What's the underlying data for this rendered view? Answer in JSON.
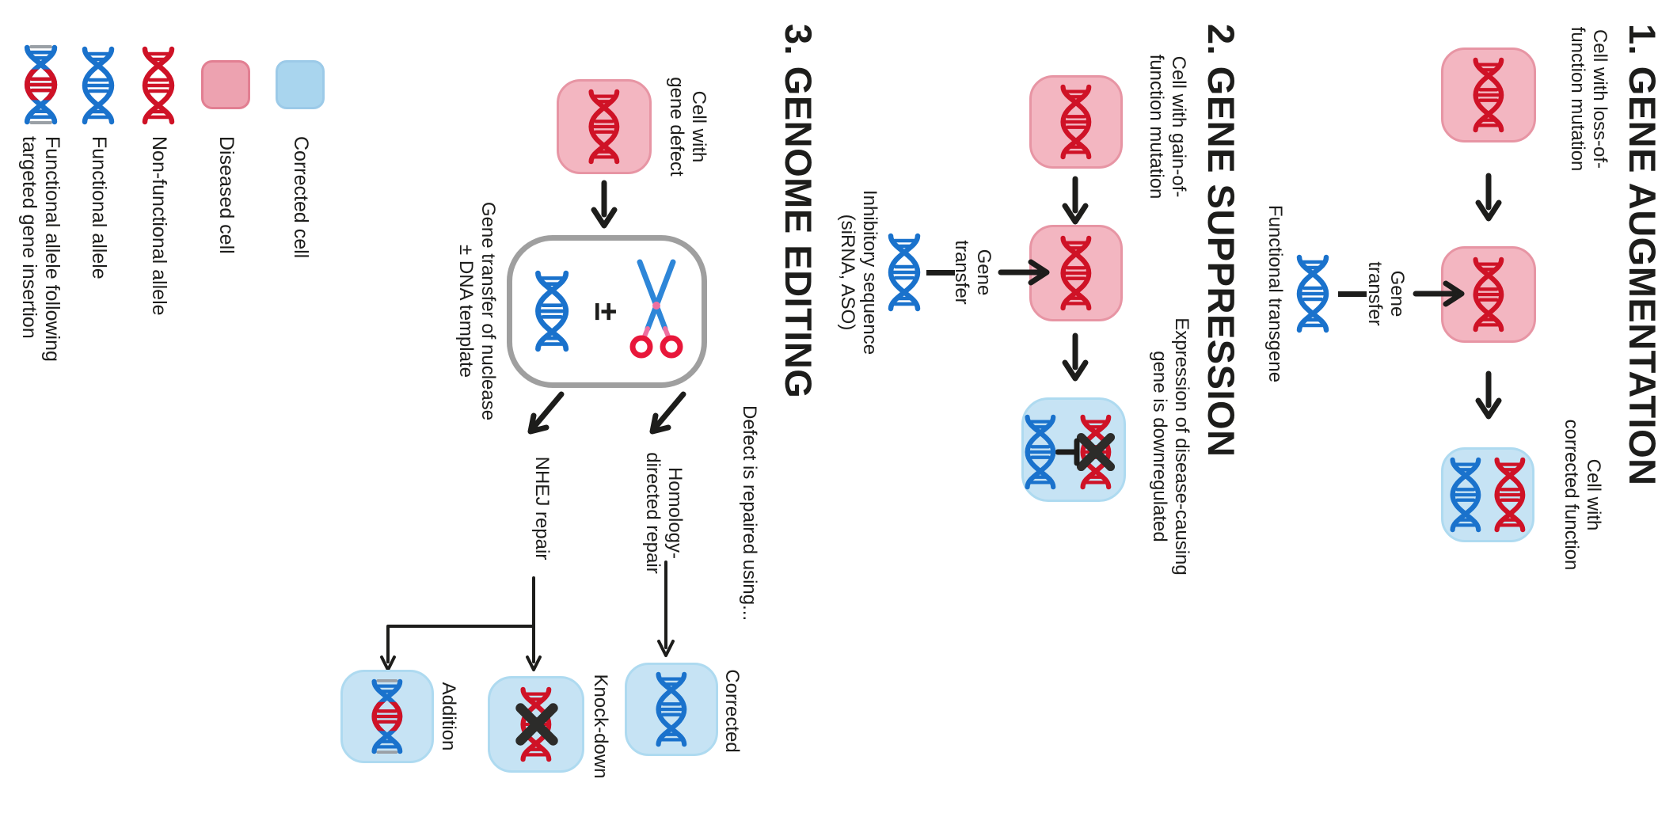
{
  "figure_type": "gene-therapy-strategies-diagram",
  "colors": {
    "background": "#ffffff",
    "text": "#1d1d1b",
    "diseased_cell_fill": "#f3b6c1",
    "diseased_cell_border": "#e795a4",
    "corrected_cell_fill": "#c6e3f4",
    "corrected_cell_border": "#aedaf0",
    "legend_diseased_swatch": "#eda2b0",
    "legend_corrected_swatch": "#a9d5ee",
    "functional_allele_blue": "#1a72cc",
    "non_functional_allele_red": "#cf1226",
    "insertion_cap_grey": "#9aa0a6",
    "nuclease_box_border": "#9f9f9f",
    "arrow_black": "#1d1d1b",
    "x_mark_black": "#2c2c2a",
    "scissors_blade_blue": "#2e86d8",
    "scissors_ring_red": "#e8173a",
    "scissors_pivot_pink": "#ef6fa0"
  },
  "sections": [
    {
      "title": "1. GENE AUGMENTATION",
      "start_cell_label": "Cell with loss-of-\nfunction mutation",
      "result_cell_label": "Cell with\ncorrected function",
      "transfer_label": "Gene\ntransfer",
      "source_label": "Functional transgene"
    },
    {
      "title": "2. GENE SUPPRESSION",
      "start_cell_label": "Cell with gain-of-\nfunction mutation",
      "result_cell_label": "Expression of disease-causing\ngene is downregulated",
      "transfer_label": "Gene\ntransfer",
      "source_label": "Inhibitory sequence\n(siRNA, ASO)"
    },
    {
      "title": "3. GENOME EDITING",
      "start_cell_label": "Cell with\ngene defect",
      "nuclease_symbol": "±",
      "box_label": "Gene transfer of nuclease\n± DNA template",
      "branch_intro": "Defect is repaired using...",
      "branch_hdr_label": "Homology-\ndirected repair",
      "branch_nhej_label": "NHEJ repair",
      "outcome_corrected_label": "Corrected",
      "outcome_knockdown_label": "Knock-down",
      "outcome_addition_label": "Addition"
    }
  ],
  "legend": {
    "items": [
      {
        "icon": "corrected-cell-swatch",
        "label": "Corrected cell"
      },
      {
        "icon": "diseased-cell-swatch",
        "label": "Diseased cell"
      },
      {
        "icon": "non-functional-allele-dna-icon",
        "label": "Non-functional allele"
      },
      {
        "icon": "functional-allele-dna-icon",
        "label": "Functional allele"
      },
      {
        "icon": "insertion-allele-dna-icon",
        "label": "Functional allele following\ntargeted gene insertion"
      }
    ]
  }
}
